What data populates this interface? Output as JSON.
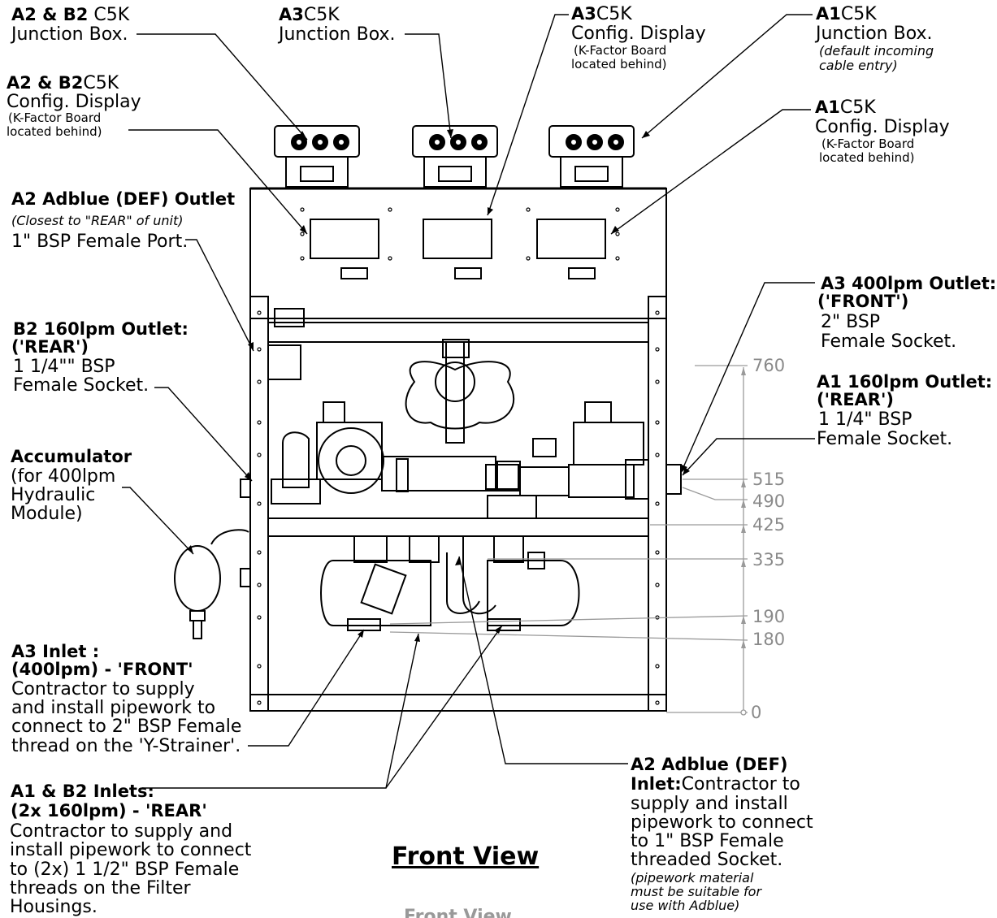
{
  "labels": {
    "a2b2_junction": {
      "bold": "A2 & B2",
      "rest": "C5K",
      "line2": "Junction Box."
    },
    "a3_junction": {
      "bold": "A3",
      "rest": "C5K",
      "line2": "Junction Box."
    },
    "a3_config": {
      "bold": "A3",
      "rest": "C5K",
      "line2": "Config. Display",
      "note1": "(K-Factor Board",
      "note2": "located behind)"
    },
    "a1_junction": {
      "bold": "A1",
      "rest": "C5K",
      "line2": "Junction Box.",
      "note1": "(default incoming",
      "note2": "cable entry)"
    },
    "a2b2_config": {
      "bold": "A2 & B2",
      "rest": "C5K",
      "line2": "Config. Display",
      "note1": "(K-Factor Board",
      "note2": "located behind)"
    },
    "a1_config": {
      "bold": "A1",
      "rest": "C5K",
      "line2": "Config. Display",
      "note1": "(K-Factor Board",
      "note2": "located behind)"
    },
    "a2_outlet": {
      "line1": "A2 Adblue (DEF) Outlet",
      "line2": "(Closest to \"REAR\" of unit)",
      "line3": "1\" BSP Female Port."
    },
    "a3_outlet": {
      "line1": "A3 400lpm Outlet:",
      "line2": "('FRONT')",
      "line3": "2\" BSP",
      "line4": "Female Socket."
    },
    "b2_outlet": {
      "line1": "B2 160lpm Outlet:",
      "line2": "('REAR')",
      "line3": "1 1/4\"\" BSP",
      "line4": "Female Socket."
    },
    "a1_outlet": {
      "line1": "A1 160lpm Outlet:",
      "line2": "('REAR')",
      "line3": "1 1/4\" BSP",
      "line4": "Female Socket."
    },
    "accumulator": {
      "line1": "Accumulator",
      "line2": "(for 400lpm",
      "line3": "Hydraulic",
      "line4": "Module)"
    },
    "a3_inlet": {
      "line1": "A3 Inlet :",
      "line2": "(400lpm) - 'FRONT'",
      "line3": "Contractor to supply",
      "line4": "and install pipework to",
      "line5": "connect to 2\" BSP Female",
      "line6": "thread on the 'Y-Strainer'."
    },
    "a1b2_inlets": {
      "line1": "A1 & B2 Inlets:",
      "line2": "(2x 160lpm) - 'REAR'",
      "line3": "Contractor to supply and",
      "line4": "install pipework to connect",
      "line5": "to (2x) 1 1/2\" BSP Female",
      "line6": "threads on the Filter",
      "line7": "Housings."
    },
    "a2_inlet": {
      "line1": "A2 Adblue (DEF)",
      "line2_bold": "Inlet:",
      "line2_rest": "Contractor to",
      "line3": "supply and install",
      "line4": "pipework to connect",
      "line5": "to 1\" BSP Female",
      "line6": "threaded Socket.",
      "note1": "(pipework material",
      "note2": "must be suitable for",
      "note3": "use with Adblue)"
    }
  },
  "dimensions": [
    "760",
    "515",
    "490",
    "425",
    "335",
    "190",
    "180",
    "0"
  ],
  "title": "Front View",
  "cut_title": "Front View"
}
